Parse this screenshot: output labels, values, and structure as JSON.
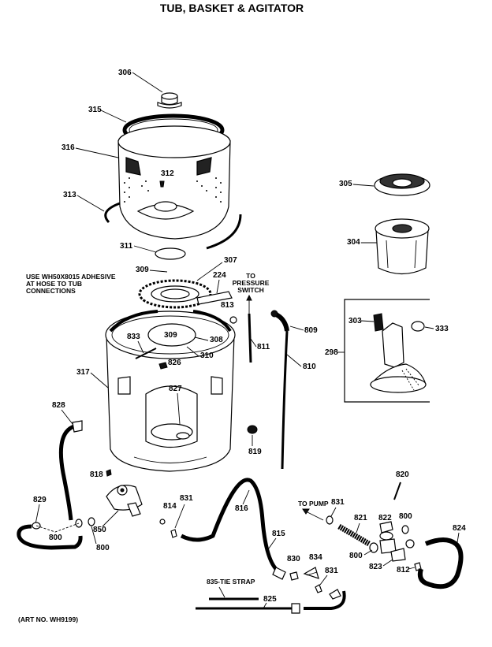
{
  "title": "TUB, BASKET & AGITATOR",
  "art_no": "(ART NO. WH9199)",
  "notes": {
    "adhesive": [
      "USE WH50X8015 ADHESIVE",
      "AT HOSE TO TUB",
      "CONNECTIONS"
    ],
    "pressure": [
      "TO",
      "PRESSURE",
      "SWITCH"
    ],
    "to_pump": "TO PUMP",
    "tie_strap": "835-TIE STRAP"
  },
  "callouts": {
    "c306": "306",
    "c315": "315",
    "c316": "316",
    "c312": "312",
    "c313": "313",
    "c311": "311",
    "c309": "309",
    "c307": "307",
    "c224": "224",
    "c813": "813",
    "c305": "305",
    "c304": "304",
    "c303": "303",
    "c333": "333",
    "c298": "298",
    "c833": "833",
    "c309b": "309",
    "c308": "308",
    "c310": "310",
    "c826": "826",
    "c317": "317",
    "c827": "827",
    "c811": "811",
    "c809": "809",
    "c810": "810",
    "c828": "828",
    "c819": "819",
    "c818": "818",
    "c829": "829",
    "c800a": "800",
    "c800b": "800",
    "c850": "850",
    "c814": "814",
    "c831a": "831",
    "c816": "816",
    "c815": "815",
    "c830": "830",
    "c834": "834",
    "c831b": "831",
    "c831c": "831",
    "c825": "825",
    "c820": "820",
    "c821": "821",
    "c822": "822",
    "c800c": "800",
    "c800d": "800",
    "c823": "823",
    "c812": "812",
    "c824": "824"
  }
}
